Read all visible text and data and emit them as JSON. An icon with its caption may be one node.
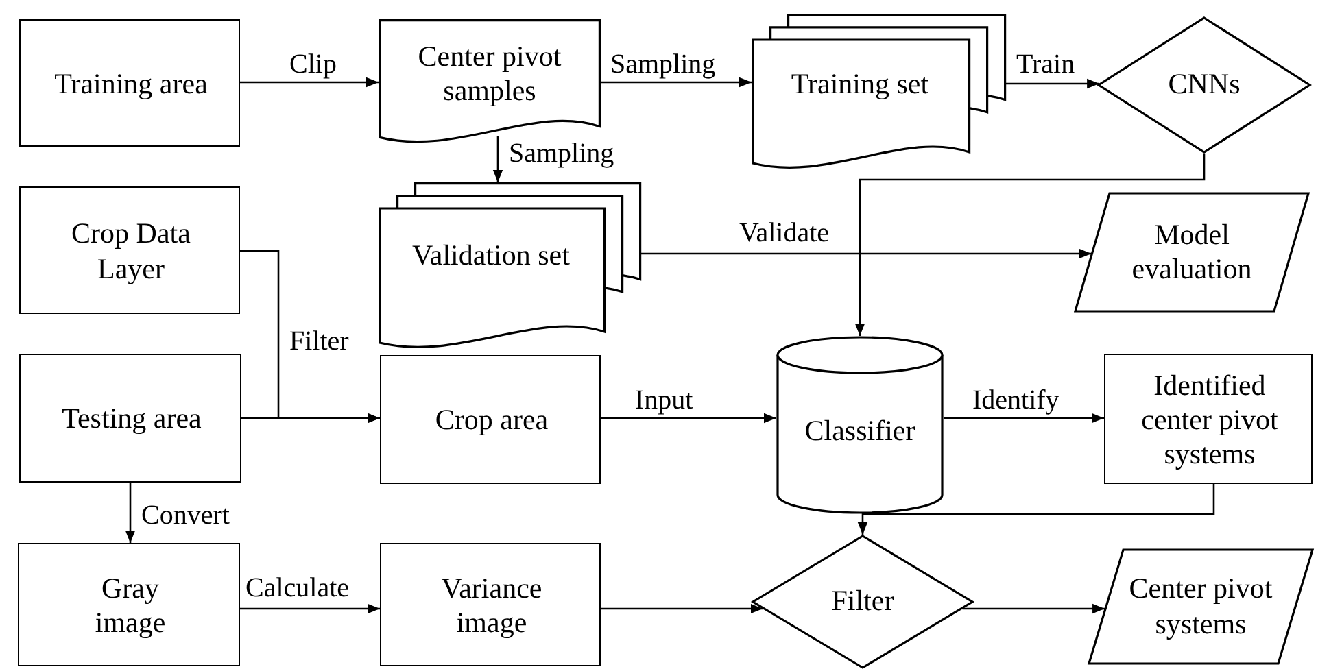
{
  "diagram": {
    "nodes": [
      {
        "text": [
          "Training area"
        ]
      },
      {
        "text": [
          "Center pivot samples"
        ]
      },
      {
        "text": [
          "Training set"
        ]
      },
      {
        "text": [
          "CNNs"
        ]
      },
      {
        "text": [
          "Crop Data Layer"
        ]
      },
      {
        "text": [
          "Validation set"
        ]
      },
      {
        "text": [
          "Model evaluation"
        ]
      },
      {
        "text": [
          "Testing area"
        ]
      },
      {
        "text": [
          "Crop area"
        ]
      },
      {
        "text": [
          "Classifier"
        ]
      },
      {
        "text": [
          "Identified center pivot systems"
        ]
      },
      {
        "text": [
          "Gray image"
        ]
      },
      {
        "text": [
          "Variance image"
        ]
      },
      {
        "text": [
          "Filter"
        ]
      },
      {
        "text": [
          "Center pivot systems"
        ]
      }
    ],
    "edges": [
      {
        "from": 0,
        "to": 1,
        "arrow": "to",
        "label": "Clip"
      },
      {
        "from": 1,
        "to": 2,
        "arrow": "to",
        "label": "Sampling"
      },
      {
        "from": 2,
        "to": 3,
        "arrow": "to",
        "label": "Train"
      },
      {
        "from": 1,
        "to": 5,
        "arrow": "to",
        "label": "Sampling"
      },
      {
        "from": 5,
        "to": 6,
        "arrow": "to",
        "label": "Validate"
      },
      {
        "from": 3,
        "to": 9,
        "arrow": "to"
      },
      {
        "from": 4,
        "to": 8,
        "arrow": "to",
        "label": "Filter"
      },
      {
        "from": 7,
        "to": 8,
        "arrow": "to"
      },
      {
        "from": 8,
        "to": 9,
        "arrow": "to",
        "label": "Input"
      },
      {
        "from": 9,
        "to": 10,
        "arrow": "to",
        "label": "Identify"
      },
      {
        "from": 10,
        "to": 13,
        "arrow": "to"
      },
      {
        "from": 7,
        "to": 11,
        "arrow": "to",
        "label": "Convert"
      },
      {
        "from": 11,
        "to": 12,
        "arrow": "to",
        "label": "Calculate"
      },
      {
        "from": 12,
        "to": 13,
        "arrow": "to"
      },
      {
        "from": 13,
        "to": 14,
        "arrow": "to"
      }
    ]
  }
}
